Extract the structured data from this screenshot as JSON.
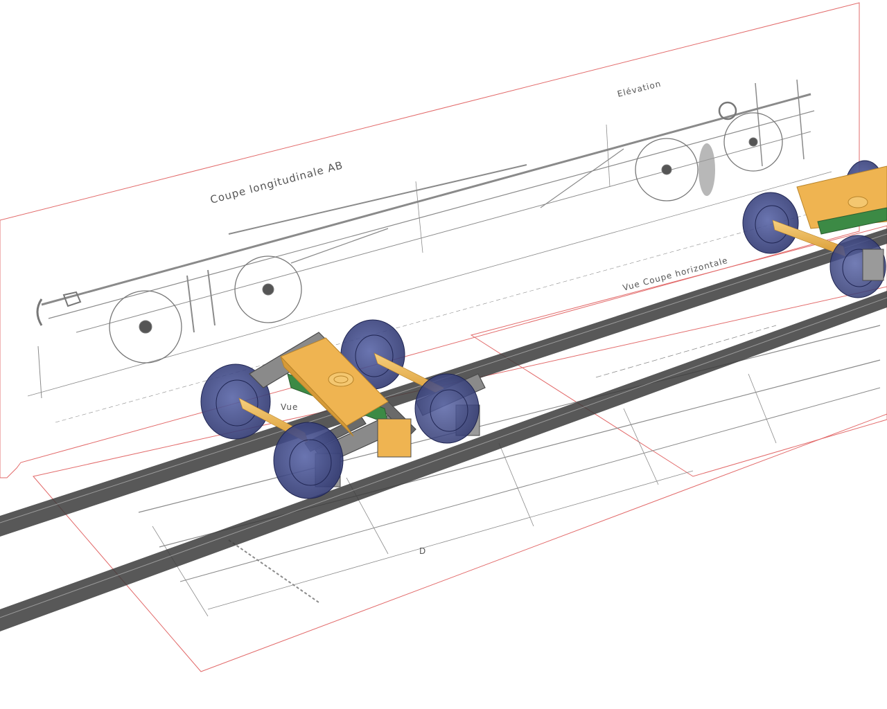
{
  "drawing": {
    "elevation_label": "Elévation",
    "section_label": "Coupe longitudinale AB",
    "horizontal_label": "Vue Coupe horizontale",
    "vue_label": "Vue",
    "section_letter": "D"
  },
  "colors": {
    "sheet_border": "#e26a6a",
    "wheel": "#3f4a8a",
    "axle": "#e8ad45",
    "bolster": "#efb451",
    "plank": "#3c8a45",
    "frame": "#6a6a6a",
    "rail": "#3b3b3b"
  }
}
